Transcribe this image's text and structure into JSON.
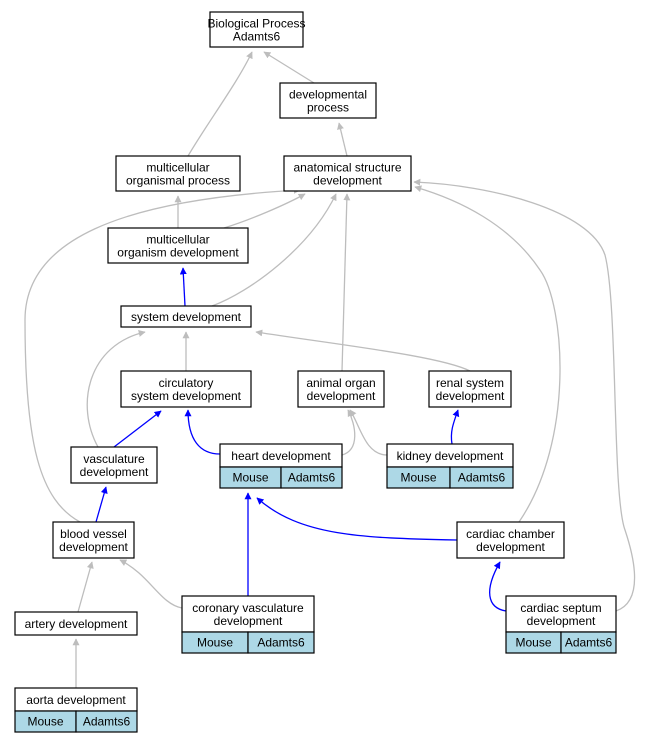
{
  "colors": {
    "gray_edge": "#bdbdbd",
    "blue_edge": "#0000ff",
    "tag_fill": "#add8e6",
    "node_border": "#000000",
    "background": "#ffffff"
  },
  "nodes": {
    "biological_process": {
      "lines": [
        "Biological Process",
        "Adamts6"
      ]
    },
    "developmental_process": {
      "lines": [
        "developmental",
        "process"
      ]
    },
    "multicellular_organismal_process": {
      "lines": [
        "multicellular",
        "organismal process"
      ]
    },
    "anatomical_structure_development": {
      "lines": [
        "anatomical structure",
        "development"
      ]
    },
    "multicellular_organism_development": {
      "lines": [
        "multicellular",
        "organism development"
      ]
    },
    "system_development": {
      "lines": [
        "system development"
      ]
    },
    "circulatory_system_development": {
      "lines": [
        "circulatory",
        "system development"
      ]
    },
    "animal_organ_development": {
      "lines": [
        "animal organ",
        "development"
      ]
    },
    "renal_system_development": {
      "lines": [
        "renal system",
        "development"
      ]
    },
    "vasculature_development": {
      "lines": [
        "vasculature",
        "development"
      ]
    },
    "heart_development": {
      "lines": [
        "heart development"
      ],
      "tags": [
        "Mouse",
        "Adamts6"
      ]
    },
    "kidney_development": {
      "lines": [
        "kidney development"
      ],
      "tags": [
        "Mouse",
        "Adamts6"
      ]
    },
    "blood_vessel_development": {
      "lines": [
        "blood vessel",
        "development"
      ]
    },
    "cardiac_chamber_development": {
      "lines": [
        "cardiac chamber",
        "development"
      ]
    },
    "artery_development": {
      "lines": [
        "artery development"
      ]
    },
    "coronary_vasculature_development": {
      "lines": [
        "coronary vasculature",
        "development"
      ],
      "tags": [
        "Mouse",
        "Adamts6"
      ]
    },
    "cardiac_septum_development": {
      "lines": [
        "cardiac septum",
        "development"
      ],
      "tags": [
        "Mouse",
        "Adamts6"
      ]
    },
    "aorta_development": {
      "lines": [
        "aorta development"
      ],
      "tags": [
        "Mouse",
        "Adamts6"
      ]
    }
  },
  "edges": [
    {
      "from": "developmental_process",
      "to": "biological_process",
      "color": "gray"
    },
    {
      "from": "multicellular_organismal_process",
      "to": "biological_process",
      "color": "gray"
    },
    {
      "from": "anatomical_structure_development",
      "to": "developmental_process",
      "color": "gray"
    },
    {
      "from": "multicellular_organism_development",
      "to": "multicellular_organismal_process",
      "color": "gray"
    },
    {
      "from": "multicellular_organism_development",
      "to": "anatomical_structure_development",
      "color": "gray"
    },
    {
      "from": "system_development",
      "to": "multicellular_organism_development",
      "color": "blue"
    },
    {
      "from": "system_development",
      "to": "anatomical_structure_development",
      "color": "gray"
    },
    {
      "from": "animal_organ_development",
      "to": "anatomical_structure_development",
      "color": "gray"
    },
    {
      "from": "circulatory_system_development",
      "to": "system_development",
      "color": "gray"
    },
    {
      "from": "renal_system_development",
      "to": "system_development",
      "color": "gray"
    },
    {
      "from": "vasculature_development",
      "to": "system_development",
      "color": "gray"
    },
    {
      "from": "vasculature_development",
      "to": "circulatory_system_development",
      "color": "blue"
    },
    {
      "from": "heart_development",
      "to": "circulatory_system_development",
      "color": "blue"
    },
    {
      "from": "heart_development",
      "to": "animal_organ_development",
      "color": "gray"
    },
    {
      "from": "kidney_development",
      "to": "animal_organ_development",
      "color": "gray"
    },
    {
      "from": "kidney_development",
      "to": "renal_system_development",
      "color": "blue"
    },
    {
      "from": "blood_vessel_development",
      "to": "vasculature_development",
      "color": "blue"
    },
    {
      "from": "blood_vessel_development",
      "to": "anatomical_structure_development",
      "color": "gray"
    },
    {
      "from": "cardiac_chamber_development",
      "to": "heart_development",
      "color": "blue"
    },
    {
      "from": "cardiac_chamber_development",
      "to": "anatomical_structure_development",
      "color": "gray"
    },
    {
      "from": "coronary_vasculature_development",
      "to": "heart_development",
      "color": "blue"
    },
    {
      "from": "coronary_vasculature_development",
      "to": "blood_vessel_development",
      "color": "gray"
    },
    {
      "from": "artery_development",
      "to": "blood_vessel_development",
      "color": "gray"
    },
    {
      "from": "cardiac_septum_development",
      "to": "cardiac_chamber_development",
      "color": "blue"
    },
    {
      "from": "cardiac_septum_development",
      "to": "anatomical_structure_development",
      "color": "gray"
    },
    {
      "from": "aorta_development",
      "to": "artery_development",
      "color": "gray"
    }
  ]
}
